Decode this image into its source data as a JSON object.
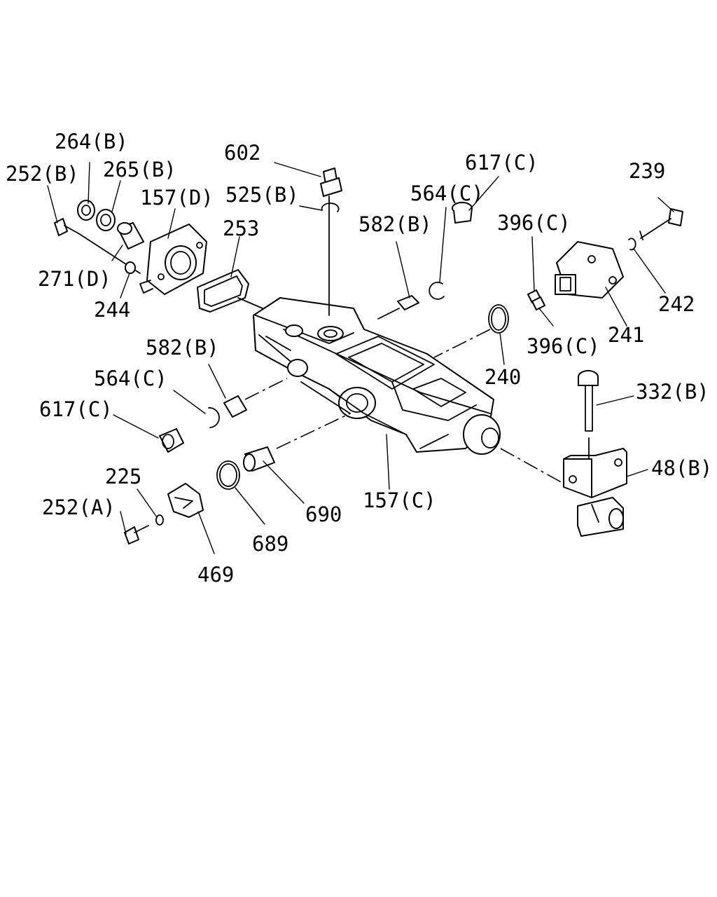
{
  "labels": {
    "l264b": "264(B)",
    "l252b": "252(B)",
    "l265b": "265(B)",
    "l157d": "157(D)",
    "l602": "602",
    "l525b": "525(B)",
    "l253": "253",
    "l617c_top": "617(C)",
    "l564c_top": "564(C)",
    "l582b_top": "582(B)",
    "l396c_top": "396(C)",
    "l239": "239",
    "l271d": "271(D)",
    "l244": "244",
    "l242": "242",
    "l241": "241",
    "l396c_bot": "396(C)",
    "l240": "240",
    "l582b_mid": "582(B)",
    "l564c_mid": "564(C)",
    "l617c_mid": "617(C)",
    "l332b": "332(B)",
    "l48b": "48(B)",
    "l225": "225",
    "l252a": "252(A)",
    "l690": "690",
    "l157c": "157(C)",
    "l689": "689",
    "l469": "469"
  }
}
